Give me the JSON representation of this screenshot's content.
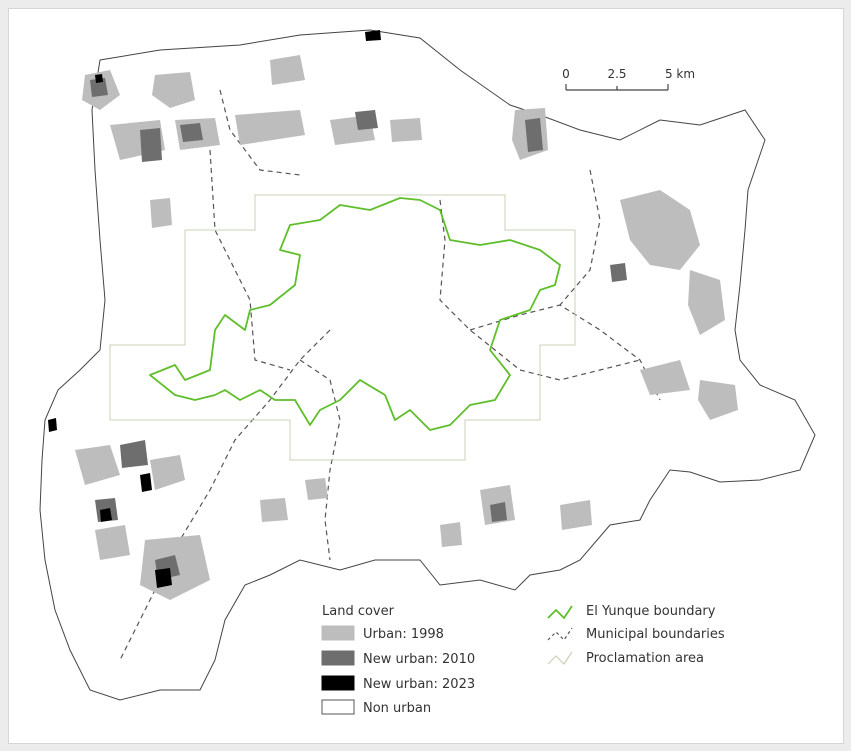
{
  "scale_bar": {
    "ticks": [
      "0",
      "2.5",
      "5 km"
    ]
  },
  "legend": {
    "land_cover": {
      "title": "Land cover",
      "items": [
        {
          "label": "Urban: 1998",
          "color": "#bdbdbd"
        },
        {
          "label": "New urban: 2010",
          "color": "#6e6e6e"
        },
        {
          "label": "New urban: 2023",
          "color": "#000000"
        },
        {
          "label": "Non urban",
          "color": "#ffffff"
        }
      ]
    },
    "boundaries": {
      "items": [
        {
          "label": "El Yunque boundary",
          "color": "#5fbf2a",
          "style": "solid"
        },
        {
          "label": "Municipal boundaries",
          "color": "#555555",
          "style": "dashed"
        },
        {
          "label": "Proclamation area",
          "color": "#c9d3b8",
          "style": "solid"
        }
      ]
    }
  },
  "colors": {
    "region_fill": "#ffffff",
    "region_outline": "#444444",
    "urban_1998": "#bdbdbd",
    "new_urban_2010": "#6e6e6e",
    "new_urban_2023": "#000000",
    "yunque": "#5fbf2a",
    "municipal": "#555555",
    "proclamation": "#c9d3b8"
  }
}
